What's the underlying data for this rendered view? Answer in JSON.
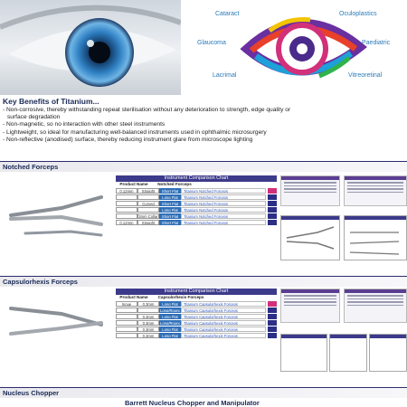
{
  "specialties": [
    "Cataract",
    "Oculoplastics",
    "Glaucoma",
    "Paediatric",
    "Lacrimal",
    "Vitreoretinal"
  ],
  "benefits": {
    "title": "Key Benefits of Titanium...",
    "items": [
      "- Non-corrosive, thereby withstanding repeat sterilisation without any deterioration to strength, edge quality or",
      "  surface degradation",
      "- Non-magnetic, so no interaction with other steel instruments",
      "- Lightweight, so ideal for manufacturing well-balanced instruments used in ophthalmic microsurgery",
      "- Non-reflective (anodised) surface, thereby reducing instrument glare from microscope lighting"
    ]
  },
  "sections": {
    "notched": "Notched Forceps",
    "capsulorhexis": "Capsulorhexis Forceps",
    "chopper": "Nucleus Chopper",
    "barrett": "Barrett Nucleus Chopper and Manipulator"
  },
  "chart1": {
    "title": "Instrument Comparison Chart",
    "headers": [
      "Product Name",
      "Notched Forceps"
    ],
    "rows": [
      {
        "a": "0.12mm",
        "b": "Straight",
        "c": "Short Flat",
        "link": "Titanium Notched Forceps",
        "hl": true
      },
      {
        "a": "",
        "b": "",
        "c": "Long Flat",
        "link": "Titanium Notched Forceps",
        "hl": false
      },
      {
        "a": "",
        "b": "Curved",
        "c": "Short Flat",
        "link": "Titanium Notched Forceps",
        "hl": false
      },
      {
        "a": "",
        "b": "",
        "c": "Long Flat",
        "link": "Titanium Notched Forceps",
        "hl": false
      },
      {
        "a": "",
        "b": "3mm Collar",
        "c": "Short Flat",
        "link": "Titanium Notched Forceps",
        "hl": false
      },
      {
        "a": "0.12mm",
        "b": "Straight",
        "c": "Short Flat",
        "link": "Titanium Notched Forceps",
        "hl": false
      }
    ]
  },
  "chart2": {
    "title": "Instrument Comparison Chart",
    "headers": [
      "Product Name",
      "Capsulorhexis Forceps"
    ],
    "rows": [
      {
        "a": "Inoue",
        "b": "0.3mm",
        "c": "Long Flat",
        "link": "Titanium Capsulorhexis Forceps",
        "hl": true
      },
      {
        "a": "",
        "b": "",
        "c": "Long/Round",
        "link": "Titanium Capsulorhexis Forceps",
        "hl": false
      },
      {
        "a": "",
        "b": "0.3mm",
        "c": "Long Flat",
        "link": "Titanium Capsulorhexis Forceps",
        "hl": false
      },
      {
        "a": "",
        "b": "0.3mm",
        "c": "Long/Round",
        "link": "Titanium Capsulorhexis Forceps",
        "hl": false
      },
      {
        "a": "",
        "b": "0.3mm",
        "c": "Long Flat",
        "link": "Titanium Capsulorhexis Forceps",
        "hl": false
      },
      {
        "a": "",
        "b": "0.3mm",
        "c": "Long Flat",
        "link": "Titanium Capsulorhexis Forceps",
        "hl": false
      }
    ]
  },
  "colors": {
    "brand": "#3c3a8a",
    "link": "#2e58c0",
    "accent": "#d2307a"
  }
}
